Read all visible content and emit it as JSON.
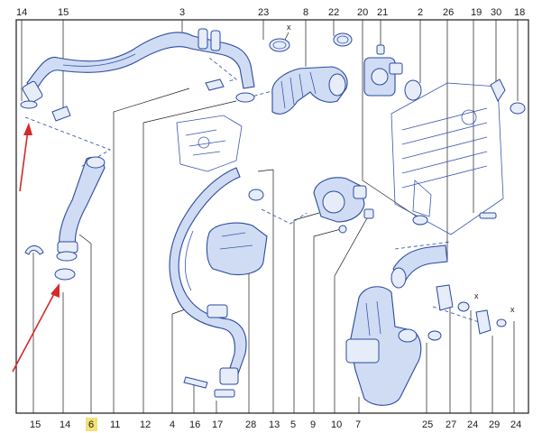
{
  "top_labels": [
    "14",
    "15",
    "3",
    "23",
    "8",
    "22",
    "20",
    "21",
    "2",
    "26",
    "19",
    "30",
    "18"
  ],
  "bottom_labels": [
    "15",
    "14",
    "6",
    "11",
    "12",
    "4",
    "16",
    "17",
    "28",
    "13",
    "5",
    "9",
    "10",
    "7",
    "25",
    "27",
    "24",
    "29",
    "24"
  ],
  "highlighted_label": "6",
  "callouts": [
    "x",
    "x",
    "x"
  ],
  "colors": {
    "part_fill": "#cfdcf3",
    "part_stroke": "#2b4aa0",
    "highlight": "#f5e07a",
    "arrow": "#d42a2a"
  }
}
